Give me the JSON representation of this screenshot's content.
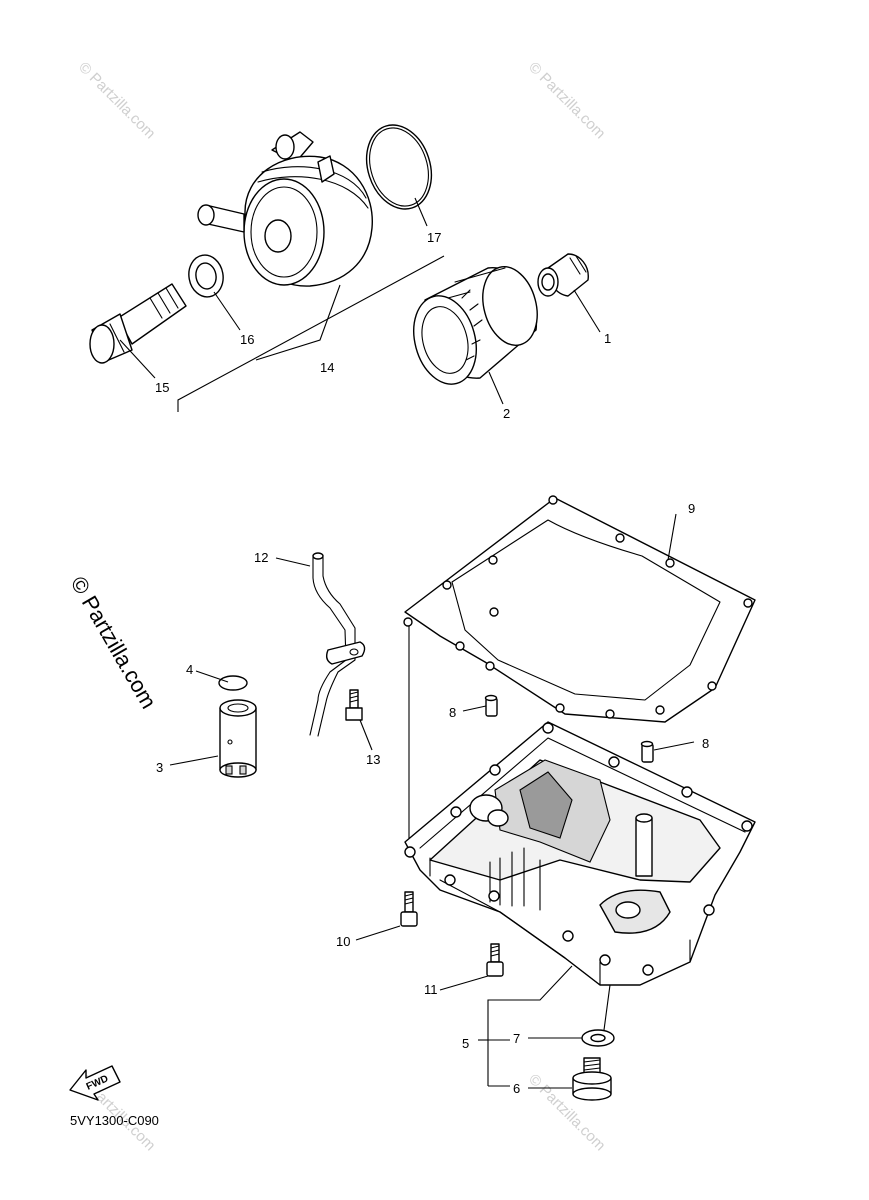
{
  "callouts": {
    "c1": "1",
    "c2": "2",
    "c3": "3",
    "c4": "4",
    "c5": "5",
    "c6": "6",
    "c7": "7",
    "c8a": "8",
    "c8b": "8",
    "c9": "9",
    "c10": "10",
    "c11": "11",
    "c12": "12",
    "c13": "13",
    "c14": "14",
    "c15": "15",
    "c16": "16",
    "c17": "17"
  },
  "diagram_code": "5VY1300-C090",
  "fwd_label": "FWD",
  "watermark": "© Partzilla.com"
}
